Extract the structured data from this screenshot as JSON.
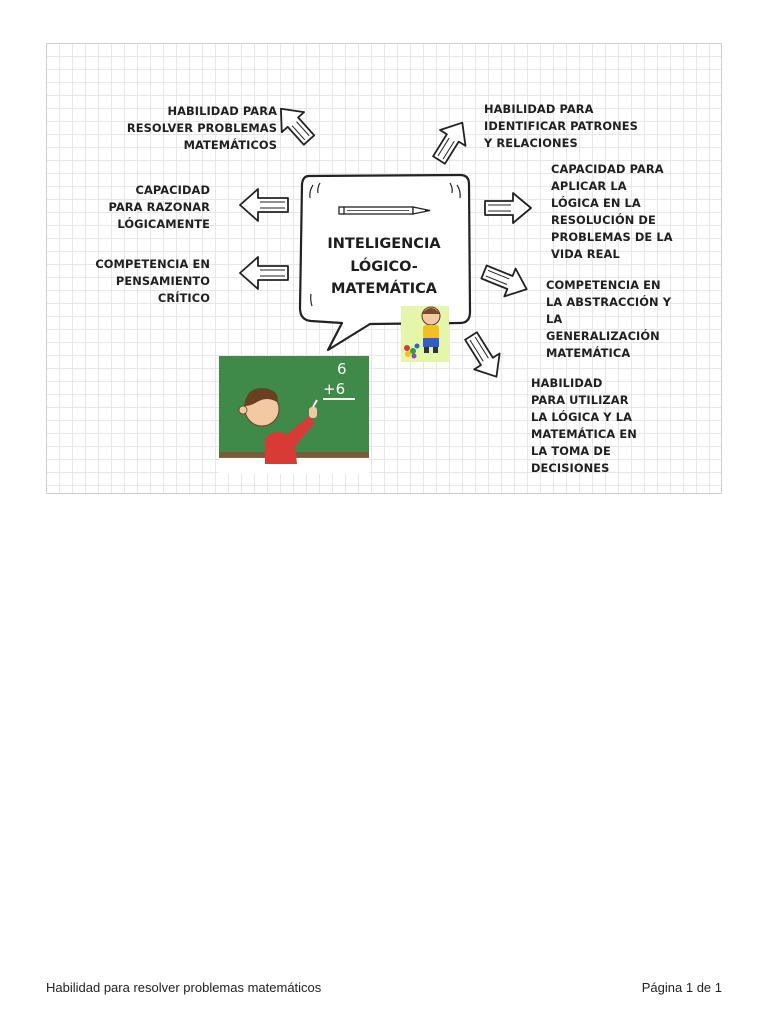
{
  "diagram": {
    "center": {
      "title": "INTELIGENCIA\nLÓGICO-\nMATEMÁTICA"
    },
    "branches": [
      {
        "id": "resolver",
        "text": "HABILIDAD PARA\nRESOLVER PROBLEMAS\nMATEMÁTICOS"
      },
      {
        "id": "razonar",
        "text": "CAPACIDAD\nPARA RAZONAR\nLÓGICAMENTE"
      },
      {
        "id": "pensamiento",
        "text": "COMPETENCIA EN\nPENSAMIENTO\nCRÍTICO"
      },
      {
        "id": "patrones",
        "text": "HABILIDAD PARA\nIDENTIFICAR PATRONES\nY RELACIONES"
      },
      {
        "id": "aplicar",
        "text": "CAPACIDAD PARA\nAPLICAR LA\nLÓGICA EN LA\nRESOLUCIÓN DE\nPROBLEMAS DE LA\nVIDA REAL"
      },
      {
        "id": "abstraccion",
        "text": "COMPETENCIA EN\nLA ABSTRACCIÓN Y\nLA\nGENERALIZACIÓN\nMATEMÁTICA"
      },
      {
        "id": "decisiones",
        "text": "HABILIDAD\nPARA UTILIZAR\nLA LÓGICA Y LA\nMATEMÁTICA EN\nLA TOMA DE\nDECISIONES"
      }
    ],
    "blackboard": {
      "line1": "6",
      "line2": "+6"
    },
    "colors": {
      "board": "#3f8a48",
      "board_frame": "#7a5a3a",
      "shirt": "#d83a36",
      "hair": "#6b3f22",
      "kid_shirt": "#f0c020"
    }
  },
  "footer": {
    "left": "Habilidad para resolver problemas matemáticos",
    "right": "Página 1 de 1"
  }
}
